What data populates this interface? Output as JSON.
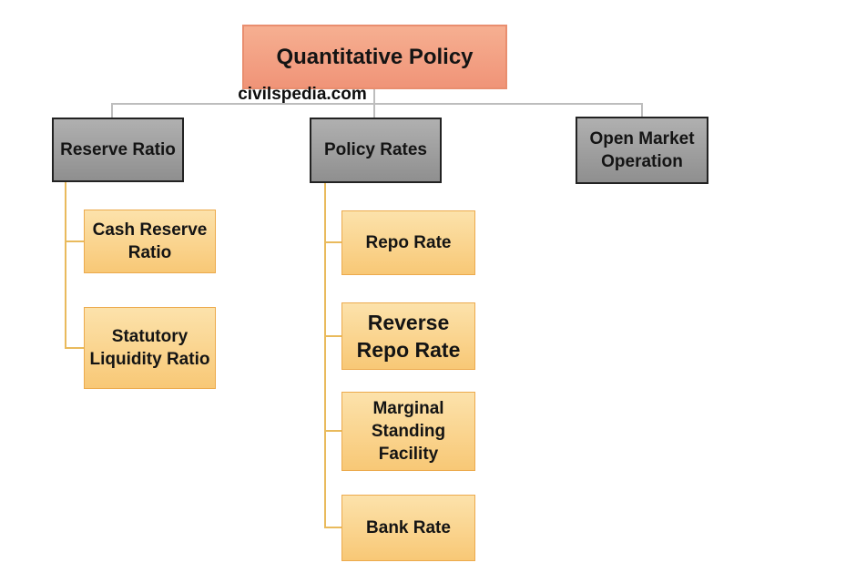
{
  "watermark": {
    "label": "civilspedia.com"
  },
  "tree": {
    "root": {
      "label": "Quantitative Policy"
    },
    "branches": [
      {
        "label": "Reserve Ratio",
        "children": [
          {
            "label": "Cash Reserve Ratio"
          },
          {
            "label": "Statutory Liquidity Ratio"
          }
        ]
      },
      {
        "label": "Policy Rates",
        "children": [
          {
            "label": "Repo Rate"
          },
          {
            "label": "Reverse Repo Rate"
          },
          {
            "label": "Marginal Standing Facility"
          },
          {
            "label": "Bank Rate"
          }
        ]
      },
      {
        "label": "Open Market Operation",
        "children": []
      }
    ]
  },
  "colors": {
    "root_fill_top": "#F6AF91",
    "root_fill_bottom": "#F09478",
    "root_border": "#E98E6F",
    "branch_fill_top": "#B0B0B0",
    "branch_fill_bottom": "#8F8F8F",
    "branch_border": "#222222",
    "leaf_fill_top": "#FCE2AB",
    "leaf_fill_bottom": "#F8C876",
    "leaf_border": "#ECAA4D",
    "connector_gray": "#BDBDBD",
    "connector_gold": "#E9BA5C",
    "text": "#141414"
  }
}
